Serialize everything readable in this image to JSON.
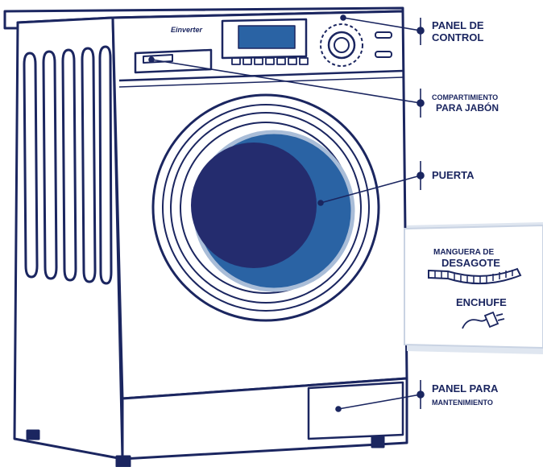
{
  "colors": {
    "outline": "#1b2660",
    "drum": "#2a63a4",
    "drum_dark": "#242c6e",
    "highlight": "#a9bdd8",
    "panel_bg": "#ffffff",
    "label": "#1b2660"
  },
  "appliance": {
    "brand_logo": "Einverter"
  },
  "labels": {
    "control_panel_line1": "PANEL DE",
    "control_panel_line2": "CONTROL",
    "detergent_line1": "COMPARTIMIENTO",
    "detergent_line2": "PARA JABÓN",
    "door": "PUERTA",
    "maintenance_line1": "PANEL PARA",
    "maintenance_line2": "MANTENIMIENTO"
  },
  "accessories": {
    "hose_line1": "MANGUERA DE",
    "hose_line2": "DESAGOTE",
    "plug": "ENCHUFE",
    "hose_icon": "drain-hose-icon",
    "plug_icon": "power-plug-icon"
  }
}
